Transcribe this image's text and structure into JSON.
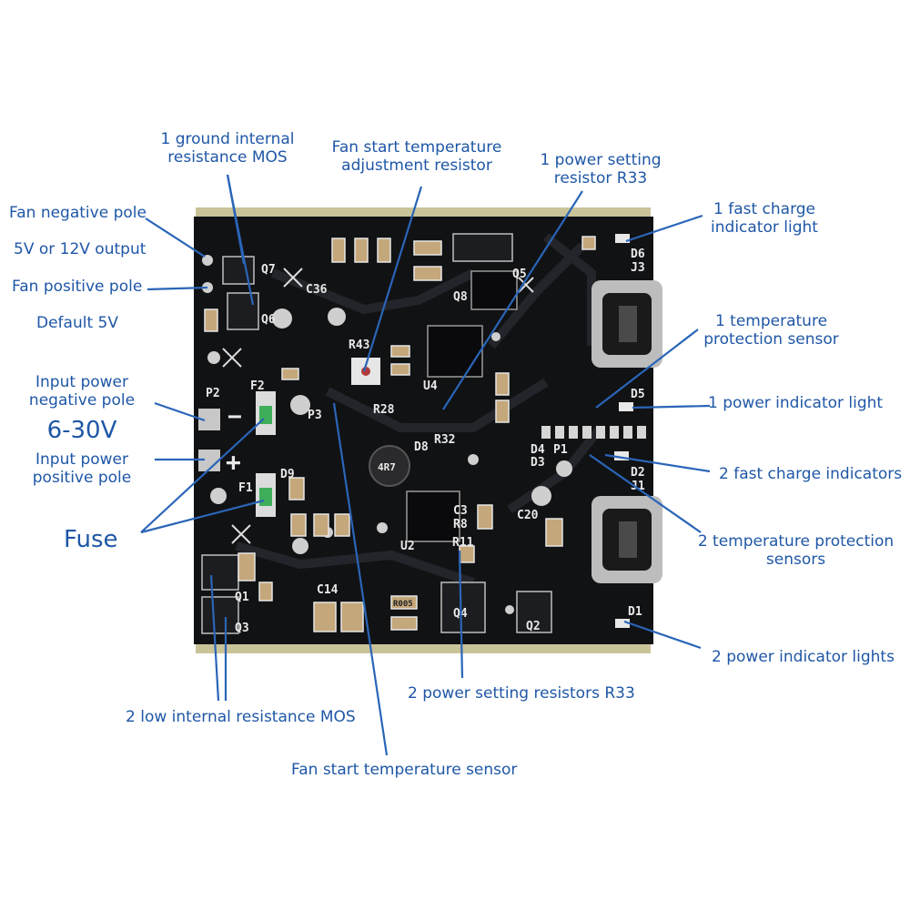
{
  "colors": {
    "label": "#1f57a6",
    "line": "#2a65b8",
    "board": "#111214",
    "board_edge": "#c9c39a",
    "silkscreen": "#e8e8e8",
    "led_green": "#3fae5a"
  },
  "labels": {
    "ground_mos": [
      "1 ground internal",
      "resistance MOS"
    ],
    "fan_adjust": [
      "Fan start temperature",
      "adjustment resistor"
    ],
    "power_resistor_1": [
      "1 power setting",
      "resistor R33"
    ],
    "fan_negative": "Fan negative pole",
    "output_voltage": "5V or 12V output",
    "fan_positive": "Fan positive pole",
    "default_voltage": "Default 5V",
    "fast_charge_1": [
      "1 fast charge",
      "indicator light"
    ],
    "temp_sensor_1": [
      "1 temperature",
      "protection sensor"
    ],
    "input_negative": [
      "Input power",
      "negative pole"
    ],
    "voltage_range": "6-30V",
    "input_positive": [
      "Input power",
      "positive pole"
    ],
    "power_light_1": "1 power indicator light",
    "fast_charge_2": "2 fast charge indicators",
    "fuse": "Fuse",
    "temp_sensors_2": [
      "2 temperature protection",
      "sensors"
    ],
    "power_lights_2": "2 power indicator lights",
    "low_mos_2": "2 low internal resistance MOS",
    "power_resistors_2": "2 power setting resistors R33",
    "fan_sensor": "Fan start temperature sensor"
  },
  "silkscreen": {
    "q7": "Q7",
    "q6": "Q6",
    "c36": "C36",
    "q8": "Q8",
    "q5": "Q5",
    "d6": "D6",
    "j3": "J3",
    "r43": "R43",
    "r28": "R28",
    "u4": "U4",
    "r32": "R32",
    "p2": "P2",
    "f2": "F2",
    "p3": "P3",
    "d9": "D9",
    "f1": "F1",
    "d8": "D8",
    "d4": "D4",
    "d3": "D3",
    "p1": "P1",
    "d5": "D5",
    "d2": "D2",
    "j1": "J1",
    "u2": "U2",
    "r11": "R11",
    "c3": "C3",
    "r8": "R8",
    "c20": "C20",
    "q1": "Q1",
    "q3": "Q3",
    "c14": "C14",
    "q4": "Q4",
    "q2": "Q2",
    "d1": "D1",
    "minus": "−",
    "plus": "+",
    "r005": "R005",
    "r4r7": "4R7"
  }
}
